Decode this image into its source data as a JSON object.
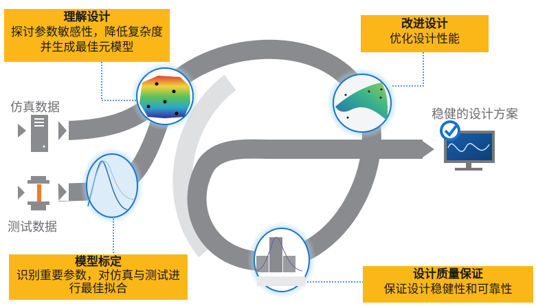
{
  "boxes": {
    "understand": {
      "title": "理解设计",
      "desc": "探讨参数敏感性，降低复杂度并生成最佳元模型"
    },
    "improve": {
      "title": "改进设计",
      "desc": "优化设计性能"
    },
    "calibrate": {
      "title": "模型标定",
      "desc": "识别重要参数，对仿真与测试进行最佳拟合"
    },
    "quality": {
      "title": "设计质量保证",
      "desc": "保证设计稳健性和可靠性"
    }
  },
  "labels": {
    "sim_data": "仿真数据",
    "test_data": "测试数据",
    "robust_design": "稳健的设计方案"
  },
  "colors": {
    "band": "#8a8b8f",
    "band_light": "#dfe0e2",
    "box": "#fbb718",
    "accent": "#1a73c8"
  }
}
